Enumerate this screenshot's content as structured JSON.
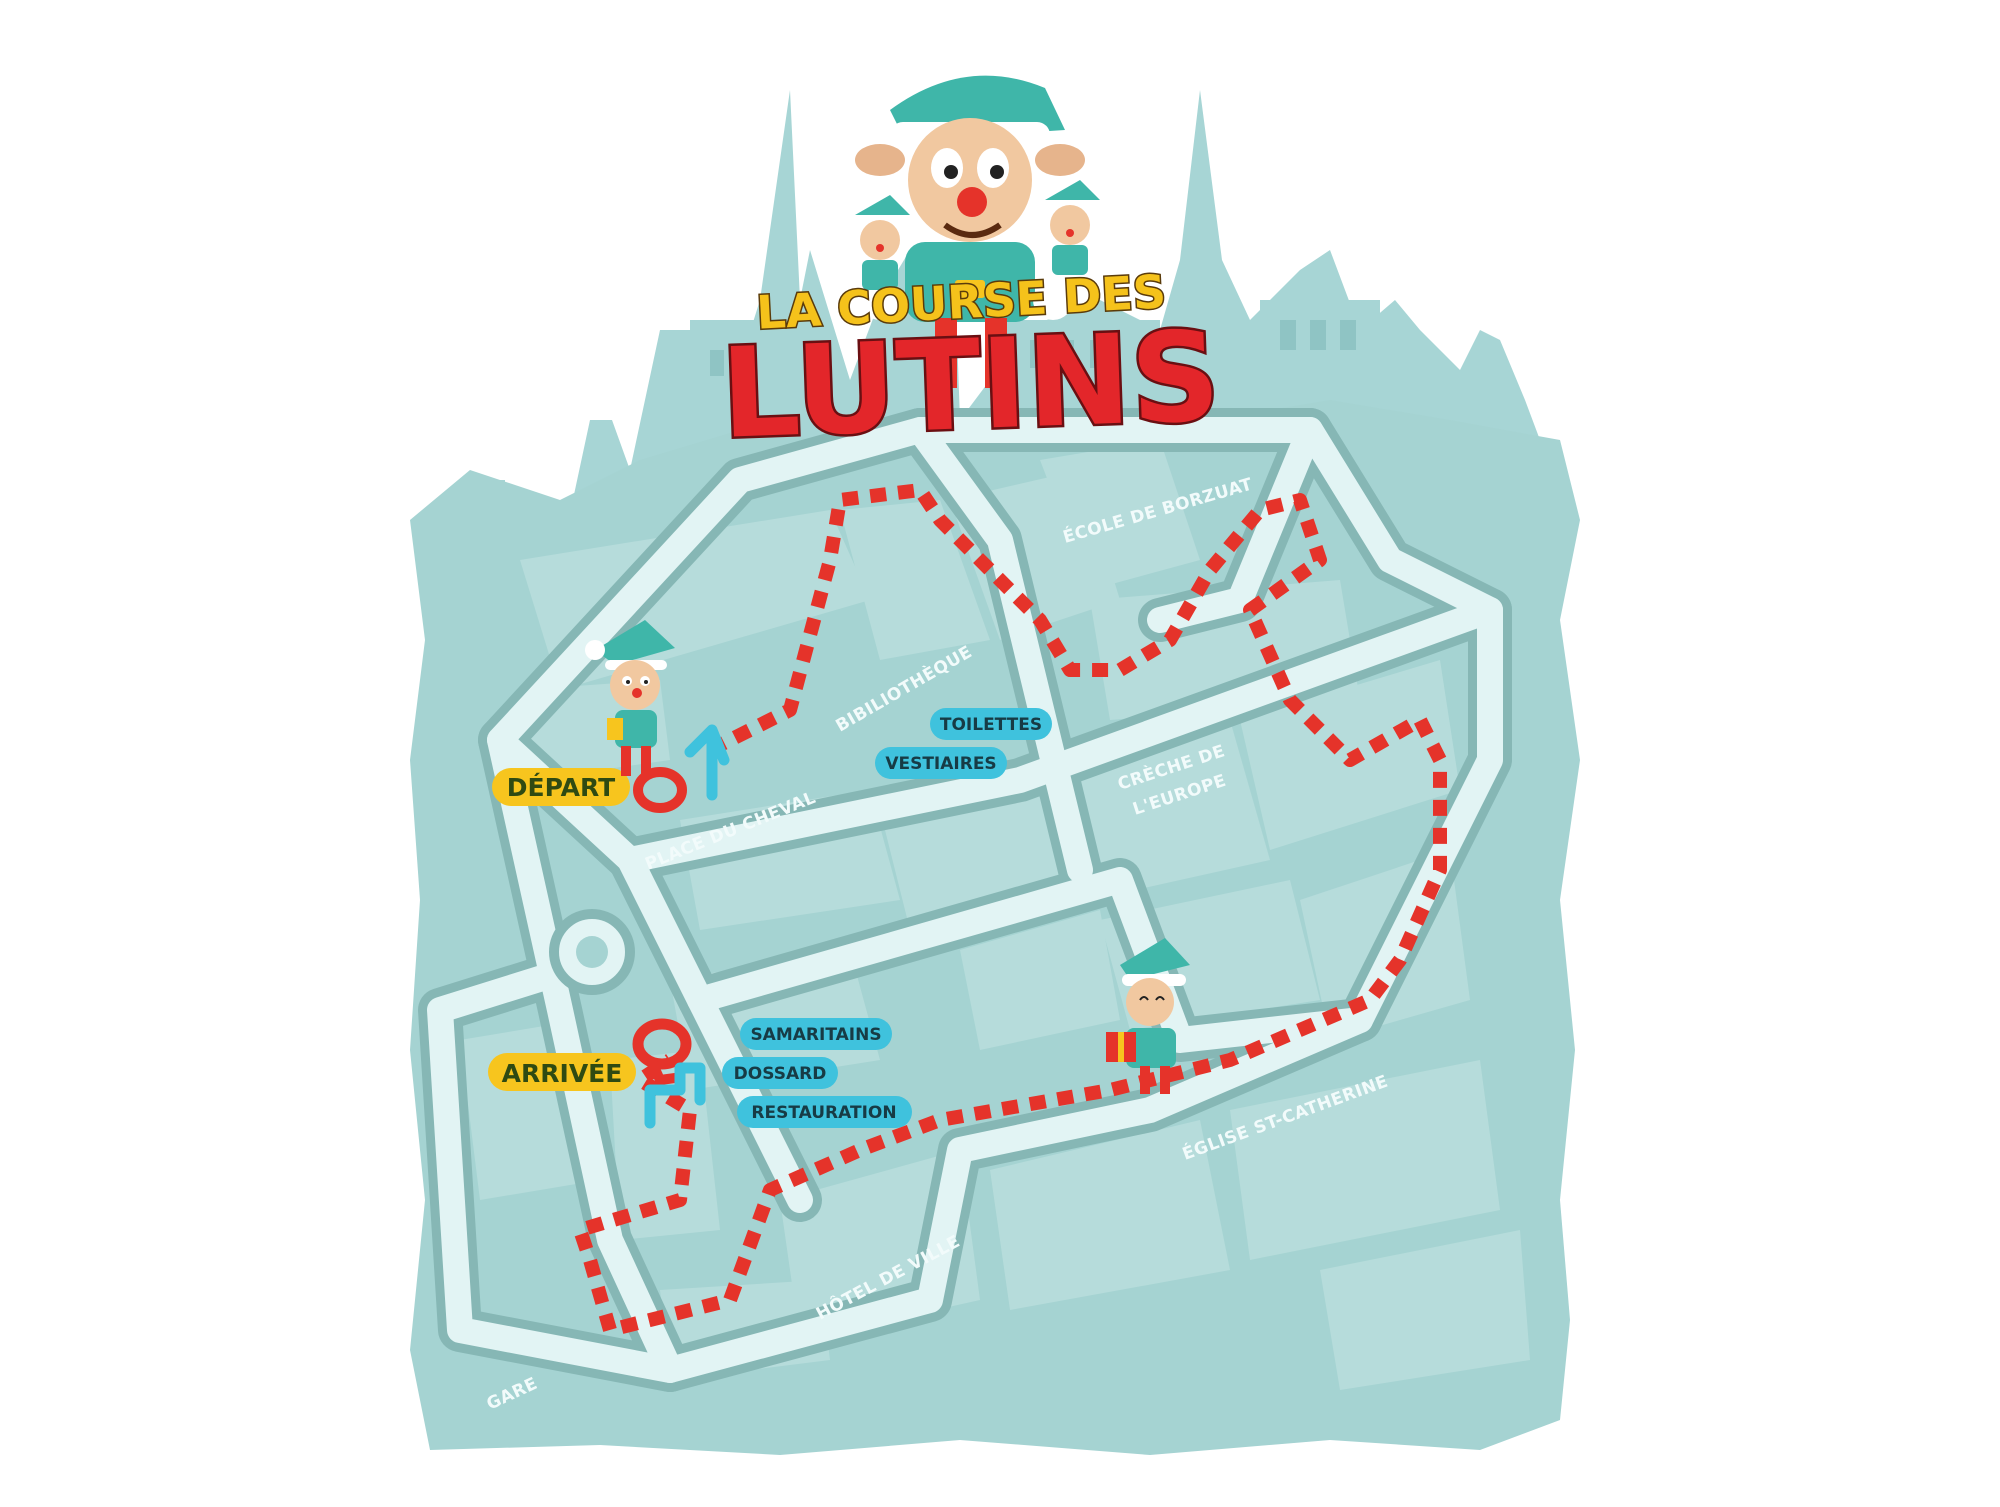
{
  "title": {
    "line1": "LA COURSE DES",
    "line2": "LUTINS"
  },
  "places": {
    "ecole": "ÉCOLE DE BORZUAT",
    "bibliotheque": "BIBILIOTHÈQUE",
    "place_cheval": "PLACE DU CHEVAL",
    "creche_1": "CRÈCHE DE",
    "creche_2": "L'EUROPE",
    "eglise": "ÉGLISE ST-CATHERINE",
    "hotel_ville": "HÔTEL DE VILLE",
    "gare": "GARE"
  },
  "markers": {
    "start": "DÉPART",
    "finish": "ARRIVÉE"
  },
  "services": {
    "toilettes": "TOILETTES",
    "vestiaires": "VESTIAIRES",
    "samaritains": "SAMARITAINS",
    "dossard": "DOSSARD",
    "restauration": "RESTAURATION"
  },
  "colors": {
    "skyline": "#a7d5d5",
    "map_base": "#a5d3d2",
    "street": "#e2f4f4",
    "street_edge": "#86b7b5",
    "block": "#a9d5d4",
    "route": "#e5332a",
    "tag_blue": "#3fc2dd",
    "tag_yellow": "#f7c51e",
    "marker_red": "#e5332a",
    "arrow_blue": "#3fc2dd"
  },
  "icons": [
    "elf-mascot-icon",
    "elf-small-icon",
    "elf-gift-icon",
    "start-ring-icon",
    "finish-ring-icon",
    "direction-arrow-icon"
  ]
}
